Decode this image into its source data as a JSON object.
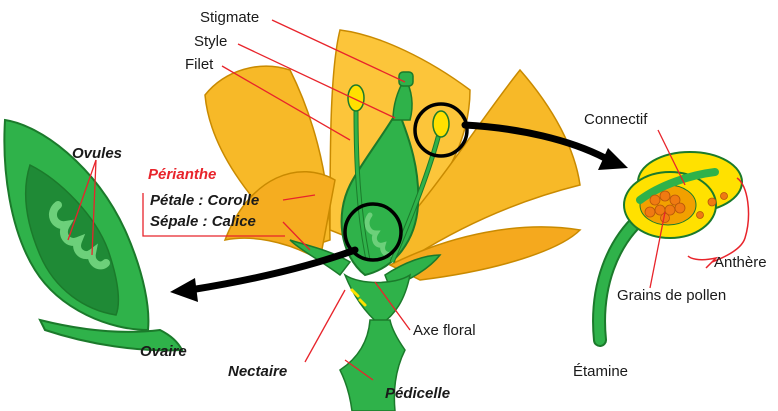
{
  "colors": {
    "petal": "#f7b928",
    "petal_edge": "#c98a00",
    "green_dark": "#1b7a2b",
    "green": "#2fb24a",
    "green_light": "#6cd07a",
    "yellow": "#ffe100",
    "pollen": "#f07a12",
    "leader_red": "#e8242b",
    "arrow": "#000000"
  },
  "labels": {
    "stigmate": "Stigmate",
    "style": "Style",
    "filet": "Filet",
    "ovules": "Ovules",
    "perianthe": "Périanthe",
    "petale": "Pétale : Corolle",
    "sepale": "Sépale : Calice",
    "ovaire": "Ovaire",
    "nectaire": "Nectaire",
    "axe_floral": "Axe floral",
    "pedicelle": "Pédicelle",
    "connectif": "Connectif",
    "anthere": "Anthère",
    "grains": "Grains de pollen",
    "etamine": "Étamine"
  }
}
